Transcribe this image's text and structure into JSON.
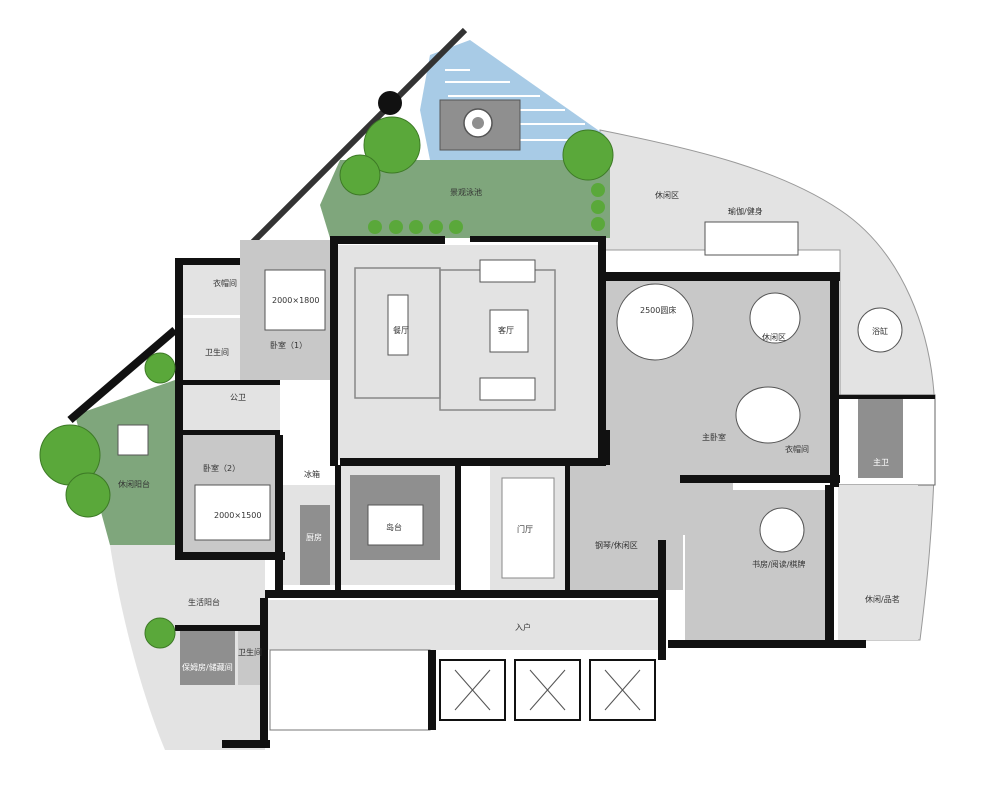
{
  "colors": {
    "wall": "#111111",
    "floor_light": "#e3e3e3",
    "floor_mid": "#c8c8c8",
    "floor_dark": "#8f8f8f",
    "lawn": "#7fa67c",
    "water": "#a8cbe6",
    "tree": "#5aa83a",
    "white": "#ffffff"
  },
  "labels": {
    "pool_garden": "景观泳池",
    "leisure_top": "休闲区",
    "fitness": "瑜伽/健身",
    "bedroom1_size": "2000×1800",
    "bedroom1": "卧室（1）",
    "cloakroom": "衣帽间",
    "bathroom_left": "卫生间",
    "public_wc": "公卫",
    "dining": "餐厅",
    "living": "客厅",
    "round_bed": "2500圆床",
    "leisure_master": "休闲区",
    "master_bedroom": "主卧室",
    "master_closet": "衣帽间",
    "master_bath": "主卫",
    "bathtub": "浴缸",
    "bedroom2": "卧室（2）",
    "bedroom2_size": "2000×1500",
    "leisure_terrace": "休闲阳台",
    "kitchen": "厨房",
    "island": "岛台",
    "fridge": "冰箱",
    "foyer": "门厅",
    "piano_area": "钢琴/休闲区",
    "study": "书房/阅读/棋牌",
    "leisure_tea": "休闲/品茗",
    "service_balcony": "生活阳台",
    "entrance": "入户",
    "nanny_room": "保姆房/储藏间",
    "nanny_wc": "卫生间"
  }
}
